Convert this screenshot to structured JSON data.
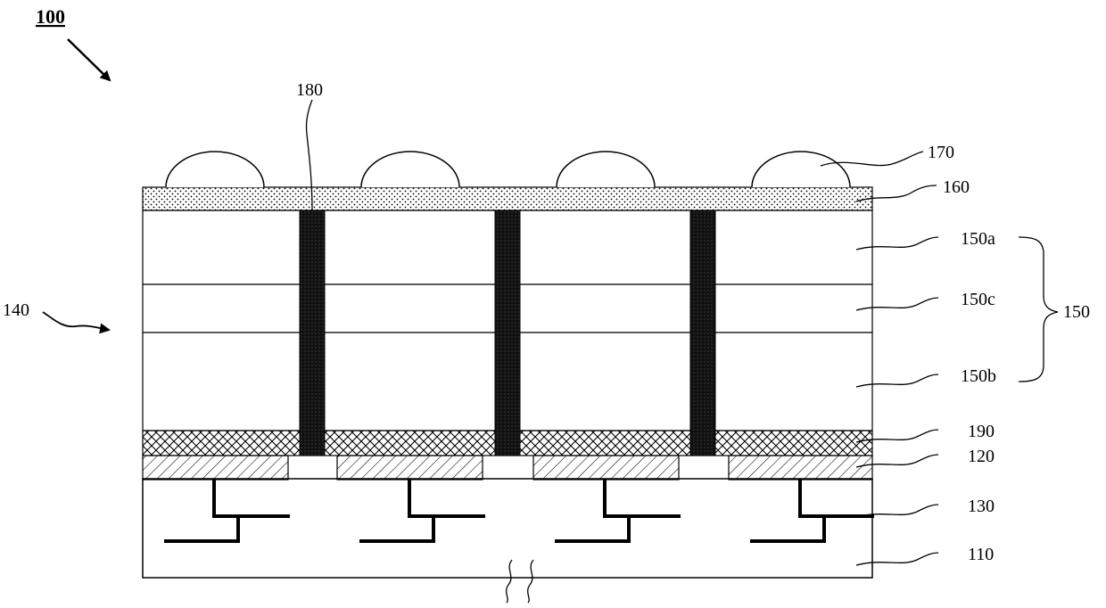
{
  "figure": {
    "title": "100",
    "labels": {
      "l170": "170",
      "l160": "160",
      "l150a": "150a",
      "l150c": "150c",
      "l150b": "150b",
      "l150": "150",
      "l190": "190",
      "l120": "120",
      "l130": "130",
      "l110": "110",
      "l180": "180",
      "l140": "140"
    }
  }
}
